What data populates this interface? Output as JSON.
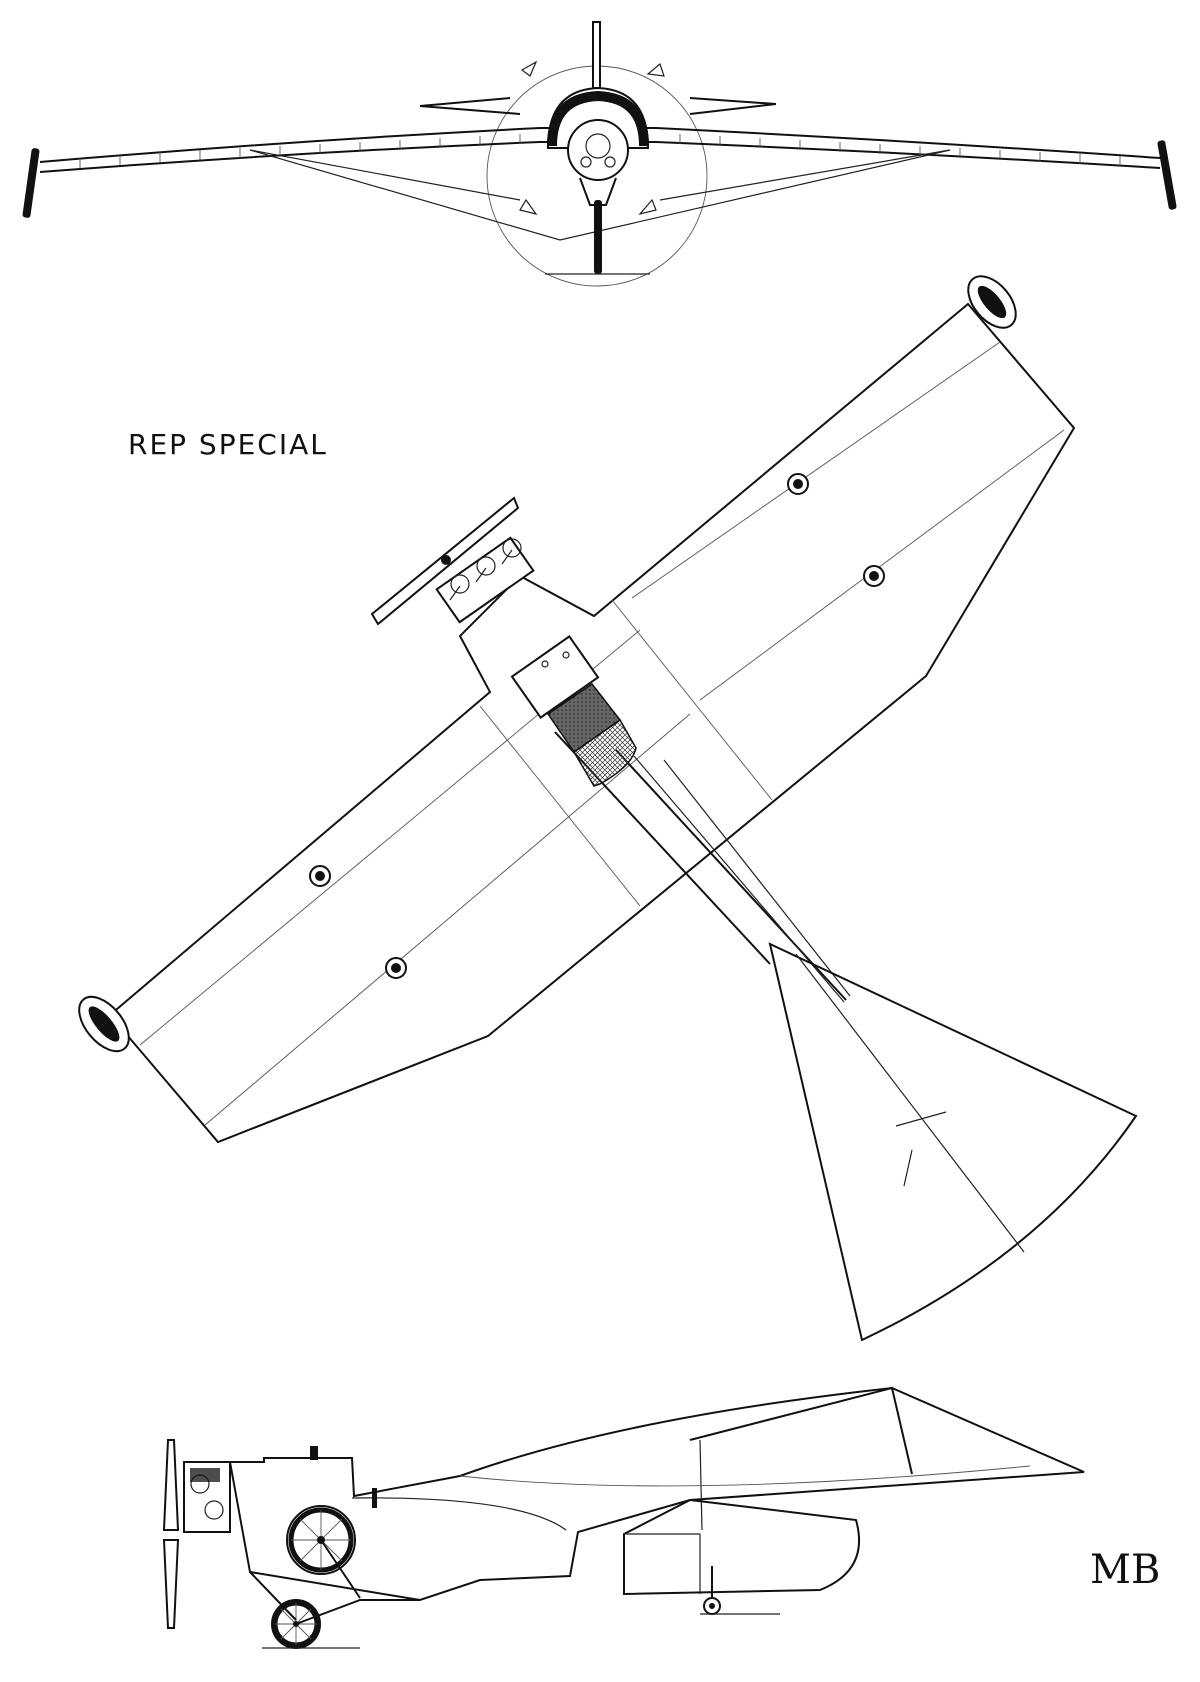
{
  "drawing": {
    "title": "REP SPECIAL",
    "signature_monogram": "MB",
    "views": [
      "front-view",
      "top-view",
      "side-view"
    ],
    "colors": {
      "ink": "#111111",
      "paper": "#ffffff",
      "hatch": "#555555"
    }
  }
}
